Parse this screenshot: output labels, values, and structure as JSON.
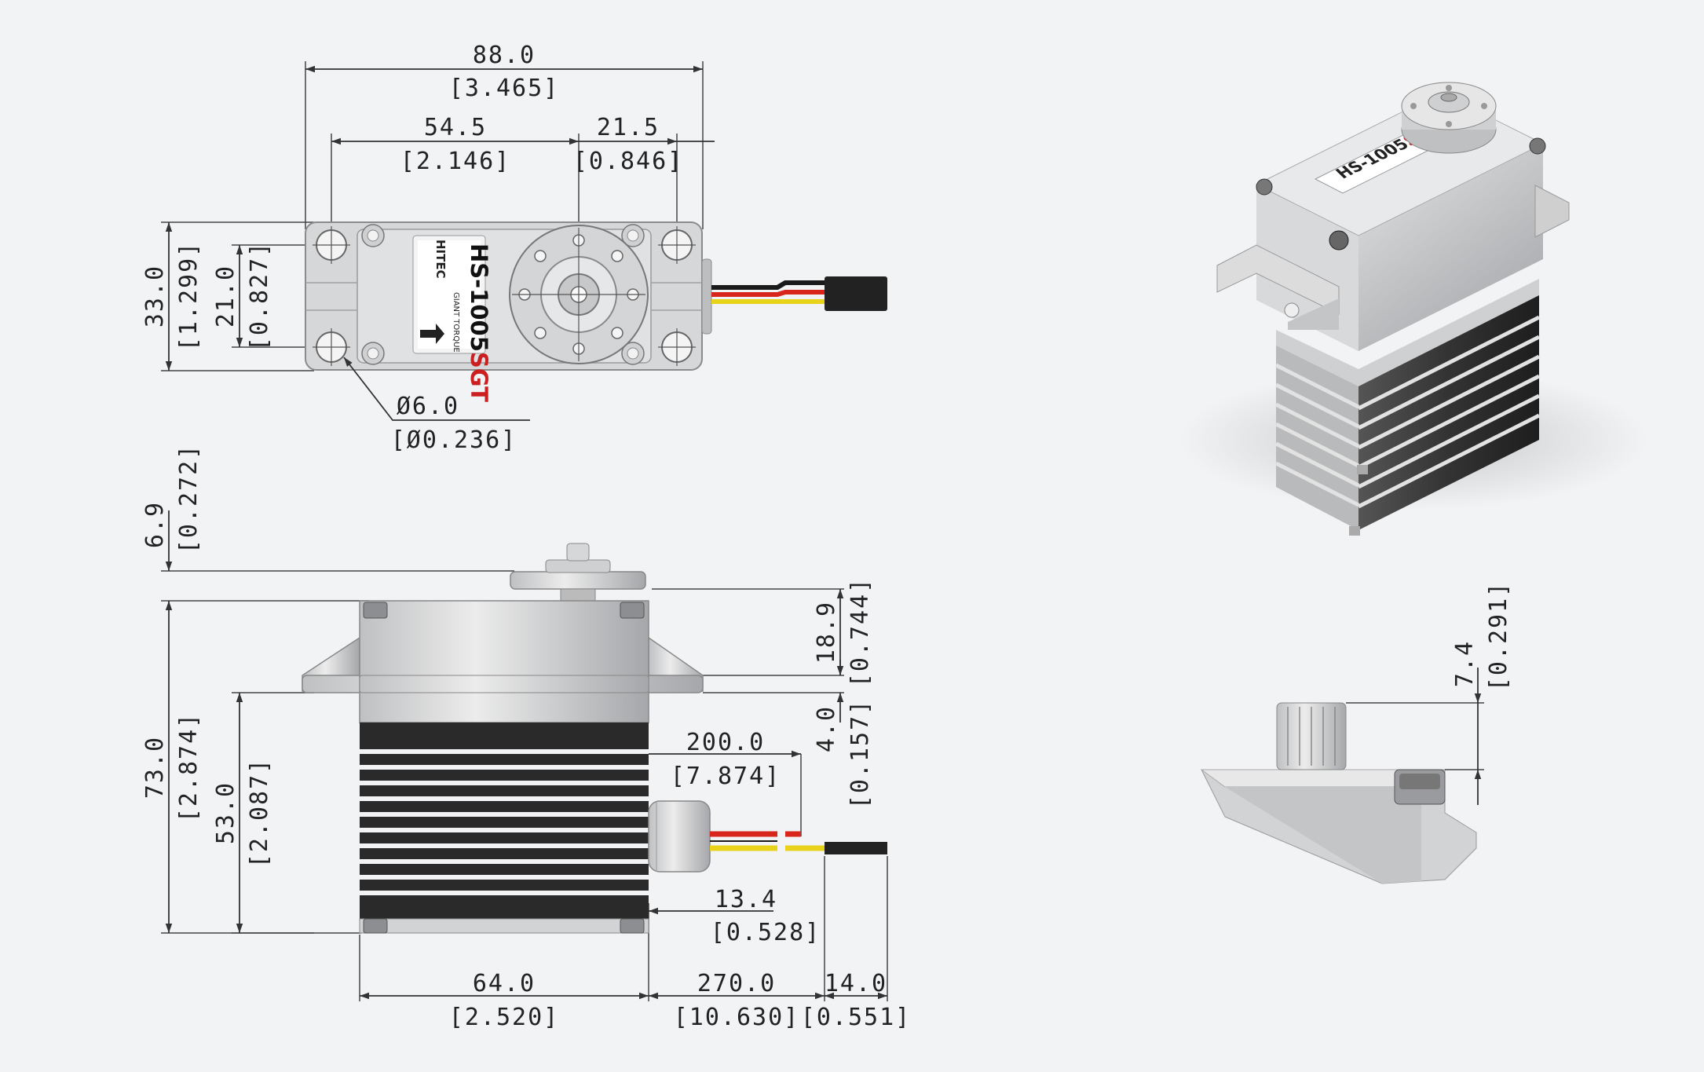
{
  "top_view": {
    "width_total": {
      "mm": "88.0",
      "in": "[3.465]"
    },
    "hole_span": {
      "mm": "54.5",
      "in": "[2.146]"
    },
    "hole_to_flange": {
      "mm": "21.5",
      "in": "[0.846]"
    },
    "height_total": {
      "mm": "33.0",
      "in": "[1.299]"
    },
    "hole_pitch": {
      "mm": "21.0",
      "in": "[0.827]"
    },
    "hole_diameter": {
      "mm": "Ø6.0",
      "in": "[Ø0.236]"
    }
  },
  "label": {
    "brand": "HITEC",
    "model_prefix": "HS-1005",
    "model_suffix": "SGT",
    "tagline": "GIANT TORQUE"
  },
  "side_view": {
    "horn_height": {
      "mm": "6.9",
      "in": "[0.272]"
    },
    "overall_height": {
      "mm": "73.0",
      "in": "[2.874]"
    },
    "flange_to_base": {
      "mm": "53.0",
      "in": "[2.087]"
    },
    "top_to_flange": {
      "mm": "18.9",
      "in": "[0.744]"
    },
    "flange_thickness": {
      "mm": "4.0",
      "in": "[0.157]"
    },
    "lead_length": {
      "mm": "200.0",
      "in": "[7.874]"
    },
    "cable_exit": {
      "mm": "13.4",
      "in": "[0.528]"
    },
    "body_width": {
      "mm": "64.0",
      "in": "[2.520]"
    },
    "cable_length": {
      "mm": "270.0",
      "in": "[10.630]"
    },
    "connector_length": {
      "mm": "14.0",
      "in": "[0.551]"
    }
  },
  "detail_view": {
    "spline_height": {
      "mm": "7.4",
      "in": "[0.291]"
    }
  },
  "colors": {
    "background": "#f2f3f5",
    "case": "#d9dadc",
    "fins": "#2a2a2a",
    "wire_red": "#d9261c",
    "wire_yellow": "#e8d21a",
    "wire_black": "#1a1a1a",
    "accent_red": "#cc1f1f"
  }
}
